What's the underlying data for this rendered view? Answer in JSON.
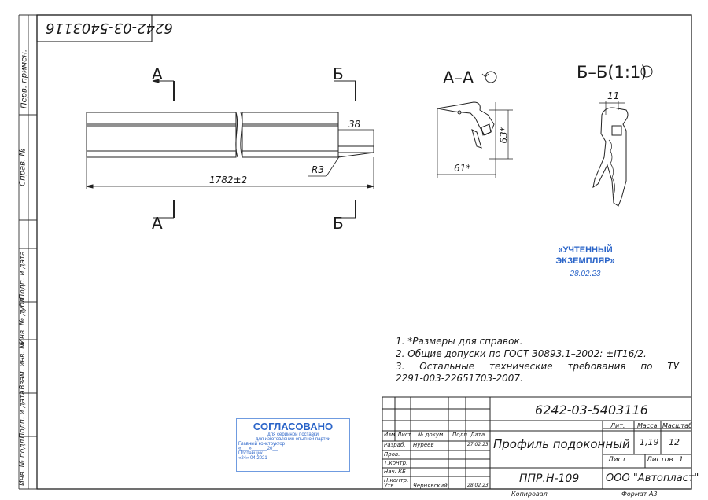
{
  "doc_number": "6242-03-5403116",
  "doc_number_rotated": "6242-03-5403116",
  "side_labels": [
    "Перв. примен.",
    "Справ. №",
    "Подп. и дата",
    "Инв. № дубл.",
    "Взам. инв. №",
    "Подп. и дата",
    "Инв. № подл."
  ],
  "section_labels": {
    "a_top": "А",
    "a_bottom": "А",
    "b_top": "Б",
    "b_bottom": "Б"
  },
  "view_titles": {
    "a": "А–А",
    "b": "Б–Б(1:1)"
  },
  "dimensions": {
    "length": "1782±2",
    "end": "38",
    "radius": "R3",
    "width_a": "61*",
    "height_a": "63*",
    "width_b": "11"
  },
  "notes": [
    "1. *Размеры для справок.",
    "2. Общие допуски по ГОСТ 30893.1–2002: ±IT16/2.",
    "3. Остальные технические требования по ТУ",
    "2291-003-22651703-2007."
  ],
  "stamp_accounted": {
    "line1": "«УЧТЕННЫЙ",
    "line2": "ЭКЗЕМПЛЯР»",
    "date": "28.02.23"
  },
  "stamp_approved": {
    "title": "СОГЛАСОВАНО",
    "line1": "для серийной поставки",
    "line2": "для изготовления опытной партии",
    "line3": "Главный конструктор",
    "line4": "«___»______20__",
    "line5": "Поставщик",
    "line6": "«24» 04 2021"
  },
  "title_block": {
    "doc_number": "6242-03-5403116",
    "name": "Профиль подоконный",
    "material": "ППР.Н-109",
    "company": "ООО \"Автопласт\"",
    "lit_header": "Лит.",
    "mass_header": "Масса",
    "scale_header": "Масштаб",
    "mass": "1,19",
    "scale": "12",
    "sheet_label": "Лист",
    "sheets_label": "Листов",
    "sheets_count": "1",
    "col_headers": [
      "Изм",
      "Лист",
      "№ докум.",
      "Подп.",
      "Дата"
    ],
    "rows": [
      {
        "role": "Разраб.",
        "name": "Нуреев",
        "date": "27.02.23"
      },
      {
        "role": "Пров.",
        "name": "",
        "date": ""
      },
      {
        "role": "Т.контр.",
        "name": "",
        "date": ""
      },
      {
        "role": "Нач. КБ",
        "name": "",
        "date": ""
      },
      {
        "role": "Н.контр.",
        "name": "",
        "date": ""
      },
      {
        "role": "Утв.",
        "name": "Чернявский",
        "date": "28.02.23"
      }
    ],
    "copied": "Копировал",
    "format": "Формат   А3"
  }
}
